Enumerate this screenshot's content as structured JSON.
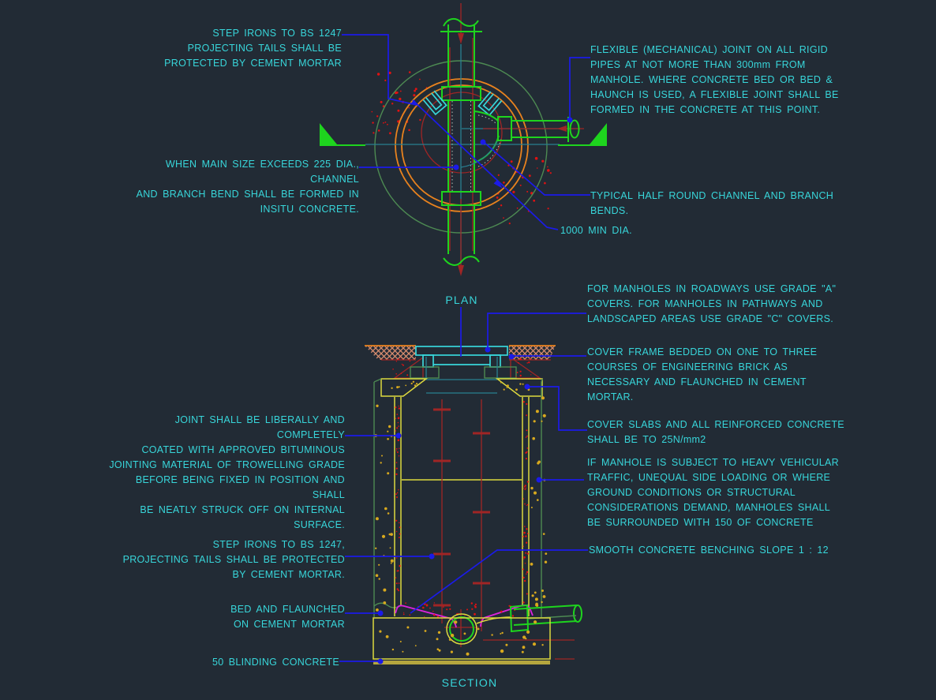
{
  "drawing": {
    "views": {
      "plan": {
        "label": "PLAN"
      },
      "section": {
        "label": "SECTION"
      }
    },
    "annotations": {
      "step_irons_plan": "STEP IRONS TO BS 1247\nPROJECTING TAILS SHALL BE\nPROTECTED BY CEMENT MORTAR",
      "flexible_joint": "FLEXIBLE (MECHANICAL) JOINT ON ALL RIGID\nPIPES AT NOT MORE THAN 300mm FROM\nMANHOLE. WHERE CONCRETE BED OR BED &\nHAUNCH IS USED, A FLEXIBLE JOINT SHALL BE\nFORMED IN THE CONCRETE AT THIS POINT.",
      "when_main_size": "WHEN MAIN SIZE EXCEEDS 225 DIA., CHANNEL\nAND BRANCH BEND SHALL BE FORMED IN\nINSITU CONCRETE.",
      "typical_half_round": "TYPICAL HALF ROUND CHANNEL AND BRANCH\nBENDS.",
      "min_dia": "1000 MIN DIA.",
      "for_manholes": "FOR MANHOLES IN ROADWAYS USE GRADE \"A\"\nCOVERS. FOR MANHOLES IN PATHWAYS AND\nLANDSCAPED AREAS USE GRADE \"C\" COVERS.",
      "cover_frame": "COVER FRAME BEDDED ON ONE TO THREE\nCOURSES OF ENGINEERING BRICK AS\nNECESSARY AND FLAUNCHED IN CEMENT\nMORTAR.",
      "cover_slabs": "COVER SLABS AND ALL REINFORCED CONCRETE\nSHALL BE TO 25N/mm2",
      "if_manhole": "IF MANHOLE IS SUBJECT TO HEAVY VEHICULAR\nTRAFFIC, UNEQUAL SIDE LOADING OR WHERE\nGROUND CONDITIONS OR STRUCTURAL\nCONSIDERATIONS DEMAND, MANHOLES SHALL\nBE SURROUNDED WITH 150 OF CONCRETE",
      "smooth_benching": "SMOOTH CONCRETE BENCHING SLOPE 1 : 12",
      "joint_bituminous": "JOINT SHALL BE LIBERALLY AND COMPLETELY\nCOATED WITH APPROVED BITUMINOUS\nJOINTING MATERIAL OF TROWELLING GRADE\nBEFORE BEING FIXED IN POSITION AND SHALL\nBE NEATLY STRUCK OFF ON INTERNAL SURFACE.",
      "step_irons_section": "STEP IRONS TO BS 1247,\nPROJECTING TAILS SHALL BE PROTECTED\nBY CEMENT MORTAR.",
      "bed_flaunched": "BED AND FLAUNCHED\nON CEMENT MORTAR",
      "blinding": "50 BLINDING CONCRETE"
    }
  },
  "colors": {
    "bg": "#222b35",
    "cyan": "#38d6da",
    "blue": "#1b1be8",
    "green": "#1ed41e",
    "dgreen": "#4d8a52",
    "orange": "#e8821e",
    "dred": "#a02525",
    "bred": "#e01212",
    "magenta": "#dd22dd",
    "yellow": "#ddd93f",
    "gold": "#d8a91e",
    "salmon": "#d98d6e",
    "teal": "#2a7f91",
    "olive": "#b5a63e"
  }
}
